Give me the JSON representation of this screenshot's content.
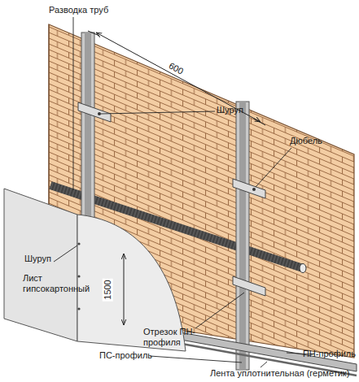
{
  "diagram": {
    "labels": [
      "Разводка труб",
      "600",
      "Шуруп",
      "Дюбель",
      "Шуруп",
      "Лист гипсокартонный",
      "1500",
      "Отрезок ПН-профиля",
      "ПС-профиль",
      "ПН-профиль",
      "Лента уплотнительная (герметик)"
    ]
  }
}
